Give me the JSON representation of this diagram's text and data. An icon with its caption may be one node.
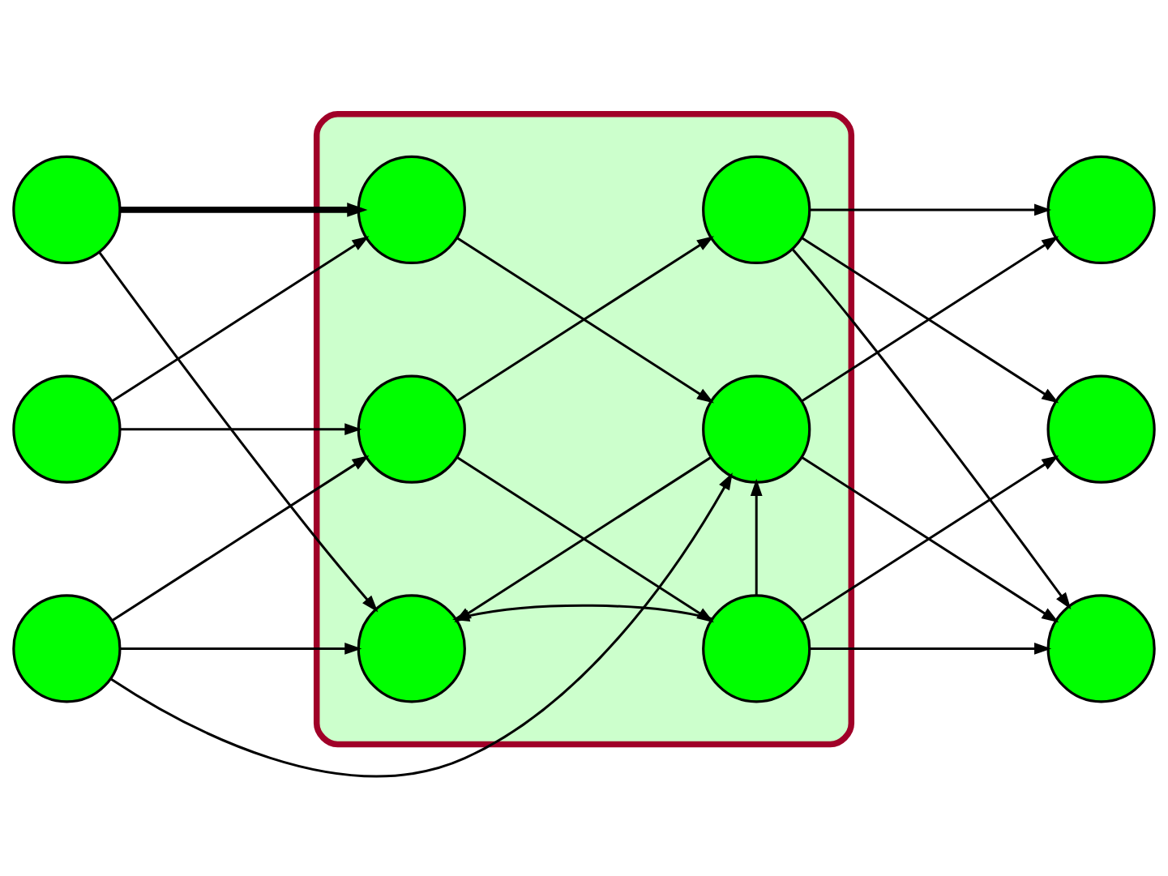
{
  "diagram": {
    "nodes": [
      {
        "text": [],
        "shape": "circle"
      },
      {
        "text": [],
        "shape": "circle"
      },
      {
        "text": [],
        "shape": "circle"
      },
      {
        "text": [],
        "shape": "ellipse"
      },
      {
        "text": [],
        "shape": "circle",
        "in": 3
      },
      {
        "text": [],
        "shape": "circle",
        "in": 3
      },
      {
        "text": [],
        "shape": "circle",
        "in": 3
      },
      {
        "text": [],
        "shape": "circle",
        "in": 3
      },
      {
        "text": [],
        "shape": "circle",
        "in": 3
      },
      {
        "text": [],
        "shape": "circle",
        "in": 3
      },
      {
        "text": [],
        "shape": "circle"
      },
      {
        "text": [],
        "shape": "circle"
      },
      {
        "text": [],
        "shape": "circle"
      }
    ],
    "edges": [
      {
        "from": 0,
        "to": 4,
        "arrow": "to",
        "style": "thick"
      },
      {
        "from": 0,
        "to": 6,
        "arrow": "to"
      },
      {
        "from": 1,
        "to": 4,
        "arrow": "to"
      },
      {
        "from": 1,
        "to": 5,
        "arrow": "to"
      },
      {
        "from": 2,
        "to": 5,
        "arrow": "to"
      },
      {
        "from": 2,
        "to": 8,
        "arrow": "to"
      },
      {
        "from": 2,
        "to": 6,
        "arrow": "to"
      },
      {
        "from": 4,
        "to": 8,
        "arrow": "to"
      },
      {
        "from": 5,
        "to": 7,
        "arrow": "to"
      },
      {
        "from": 5,
        "to": 9,
        "arrow": "to"
      },
      {
        "from": 8,
        "to": 6,
        "arrow": "to"
      },
      {
        "from": 9,
        "to": 8,
        "arrow": "to"
      },
      {
        "from": 9,
        "to": 6,
        "arrow": "to"
      },
      {
        "from": 7,
        "to": 10,
        "arrow": "to"
      },
      {
        "from": 7,
        "to": 11,
        "arrow": "to"
      },
      {
        "from": 7,
        "to": 12,
        "arrow": "to"
      },
      {
        "from": 8,
        "to": 10,
        "arrow": "to"
      },
      {
        "from": 8,
        "to": 12,
        "arrow": "to"
      },
      {
        "from": 9,
        "to": 11,
        "arrow": "to"
      },
      {
        "from": 9,
        "to": 12,
        "arrow": "to"
      }
    ]
  }
}
